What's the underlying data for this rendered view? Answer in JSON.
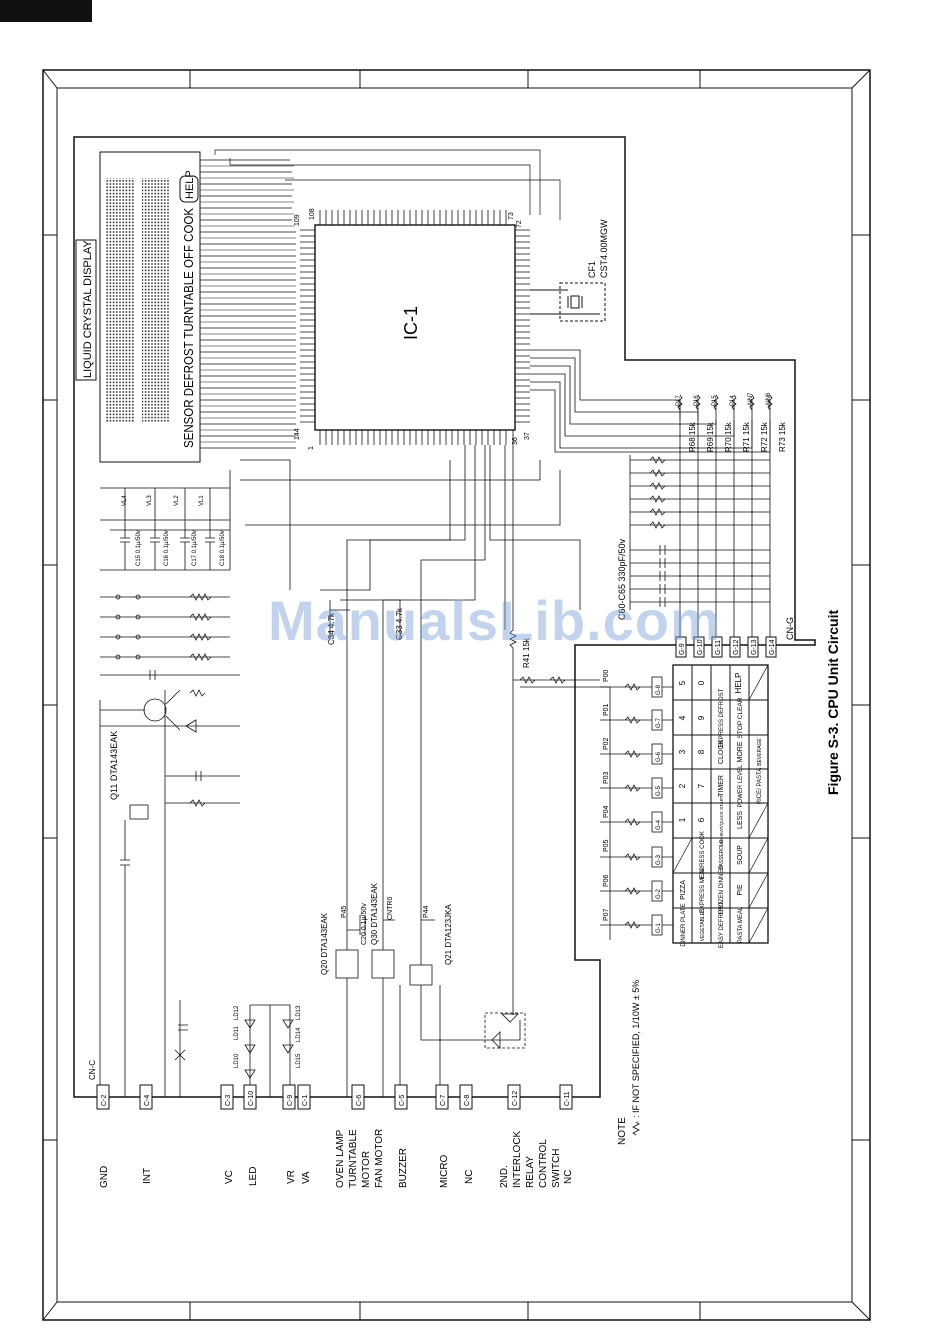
{
  "figure_caption": "Figure S-3. CPU Unit Circuit",
  "watermark": "ManualsLib.com",
  "ic_label": "IC-1",
  "display": {
    "title": "LIQUID CRYSTAL DISPLAY",
    "annunciators": "SENSOR  DEFROST TURNTABLE OFF COOK",
    "help_badge": "HELP"
  },
  "crystal": {
    "ref": "CF1",
    "part": "CST4.00MGW"
  },
  "ic_pins": {
    "p109": "109",
    "p108": "108",
    "p73": "73",
    "p72": "72",
    "p144": "144",
    "p1": "1",
    "p36": "36",
    "p37": "37"
  },
  "caps": [
    "C15 0.1μ/50v",
    "C16 0.1μ/50v",
    "C17 0.1μ/50v",
    "C18 0.1μ/50v"
  ],
  "vl_labels": [
    "VL4",
    "VL3",
    "VL2",
    "VL1"
  ],
  "resistors_right": [
    "R68 15k",
    "R69 15k",
    "R70 15k",
    "R71 15k",
    "R72 15k",
    "R73 15k"
  ],
  "p_ports_right": [
    "P17",
    "P16",
    "P15",
    "P14",
    "AIN7",
    "AIN6"
  ],
  "c65_label": "C60-C65 330pF/50v",
  "r41_label": "R41 15k",
  "c34_label": "C34 4.7k",
  "c33_label": "C33 4.7k",
  "transistors": {
    "q11": "Q11 DTA143EAK",
    "q20": "Q20 DTA143EAK",
    "q30": "Q30 DTA143EAK",
    "q21": "Q21 DTA123JKA"
  },
  "c20_label": "C20 0.1μ/50v",
  "p45": "P45",
  "cntr0": "CNTR0",
  "p44": "P44",
  "leds": [
    "LD11",
    "LD12",
    "LD10",
    "LD15",
    "LD14",
    "LD13"
  ],
  "cn_c_label": "CN-C",
  "cn_g_label": "CN-G",
  "connector_pins": [
    "C-2",
    "C-4",
    "C-3",
    "C-10",
    "C-9",
    "C-1",
    "C-6",
    "C-5",
    "C-7",
    "C-8",
    "C-12",
    "C-11"
  ],
  "signals": [
    "GND",
    "INT",
    "VC",
    "LED",
    "VR",
    "VA",
    "OVEN LAMP\nTURNTABLE\nMOTOR\nFAN MOTOR",
    "BUZZER",
    "MICRO",
    "NC",
    "2ND.\nINTERLOCK\nRELAY\nCONTROL\nSWITCH",
    "NC"
  ],
  "g_pins": [
    "G-9",
    "G-10",
    "G-11",
    "G-12",
    "G-13",
    "G-14"
  ],
  "g_lower_pins": [
    "G-8",
    "G-7",
    "G-6",
    "G-5",
    "G-4",
    "G-3",
    "G-2",
    "G-1"
  ],
  "p_ports_left": [
    "P00",
    "P01",
    "P02",
    "P03",
    "P04",
    "P05",
    "P06",
    "P07"
  ],
  "keypad": [
    [
      "5",
      "0",
      "HELP",
      ""
    ],
    [
      "4",
      "9",
      "EXPRESS DEFROST",
      "STOP CLEAR"
    ],
    [
      "3",
      "8",
      "CLOCK",
      "MORE",
      "BEVERAGE"
    ],
    [
      "2",
      "7",
      "TIMER",
      "POWER LEVEL",
      "RICE/ PASTA"
    ],
    [
      "1",
      "6",
      "REHEAT/QUICK START",
      "LESS",
      ""
    ],
    [
      "",
      "EXPRESS COOK",
      "CASSEROLE",
      "SOUP",
      ""
    ],
    [
      "PIZZA",
      "EXPRESS MEAL",
      "FROZEN DINNER",
      "PIE",
      ""
    ],
    [
      "DINNER PLATE",
      "VEGETABLES",
      "EASY DEFROST",
      "PASTA MEAL",
      ""
    ]
  ],
  "note_title": "NOTE",
  "note_text": ": IF NOT SPECIFIED, 1/10W ± 5%"
}
